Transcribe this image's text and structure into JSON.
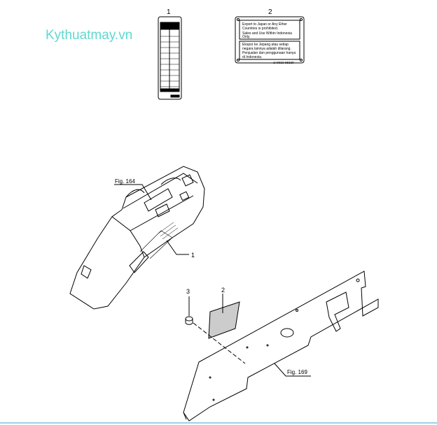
{
  "watermark": "Kythuatmay.vn",
  "callouts": {
    "c1_top": "1",
    "c2_top": "2",
    "c1": "1",
    "c2": "2",
    "c3": "3",
    "fig164": "Fig. 164",
    "fig169": "Fig. 169"
  },
  "label2": {
    "en_line1": "Export to Japan or Any Ether",
    "en_line2": "Countries is prohibited.",
    "en_line3": "Sales and Use Within Indonesia",
    "en_line4": "Only.",
    "id_line1": "Ekspor ke Jepang atau setiap",
    "id_line2": "negara lainnya adalah dilarang.",
    "id_line3": "Penjualan dan penggunaan hanya",
    "id_line4": "di Indonesia.",
    "part_no": "1A0310-65320"
  },
  "colors": {
    "watermark": "#5fd9d0",
    "line": "#000000"
  }
}
